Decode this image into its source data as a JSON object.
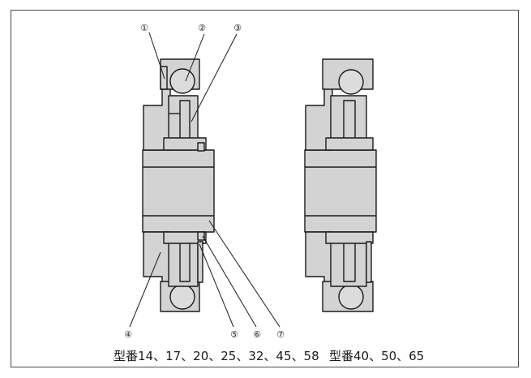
{
  "callouts": {
    "c1": "①",
    "c2": "②",
    "c3": "③",
    "c4": "④",
    "c5": "⑤",
    "c6": "⑥",
    "c7": "⑦"
  },
  "captions": {
    "left": "型番14、17、20、25、32、45、58",
    "right": "型番40、50、65"
  },
  "colors": {
    "part_fill": "#d3d3d3",
    "outline": "#1a1a1a",
    "frame": "#4a4a4a"
  }
}
